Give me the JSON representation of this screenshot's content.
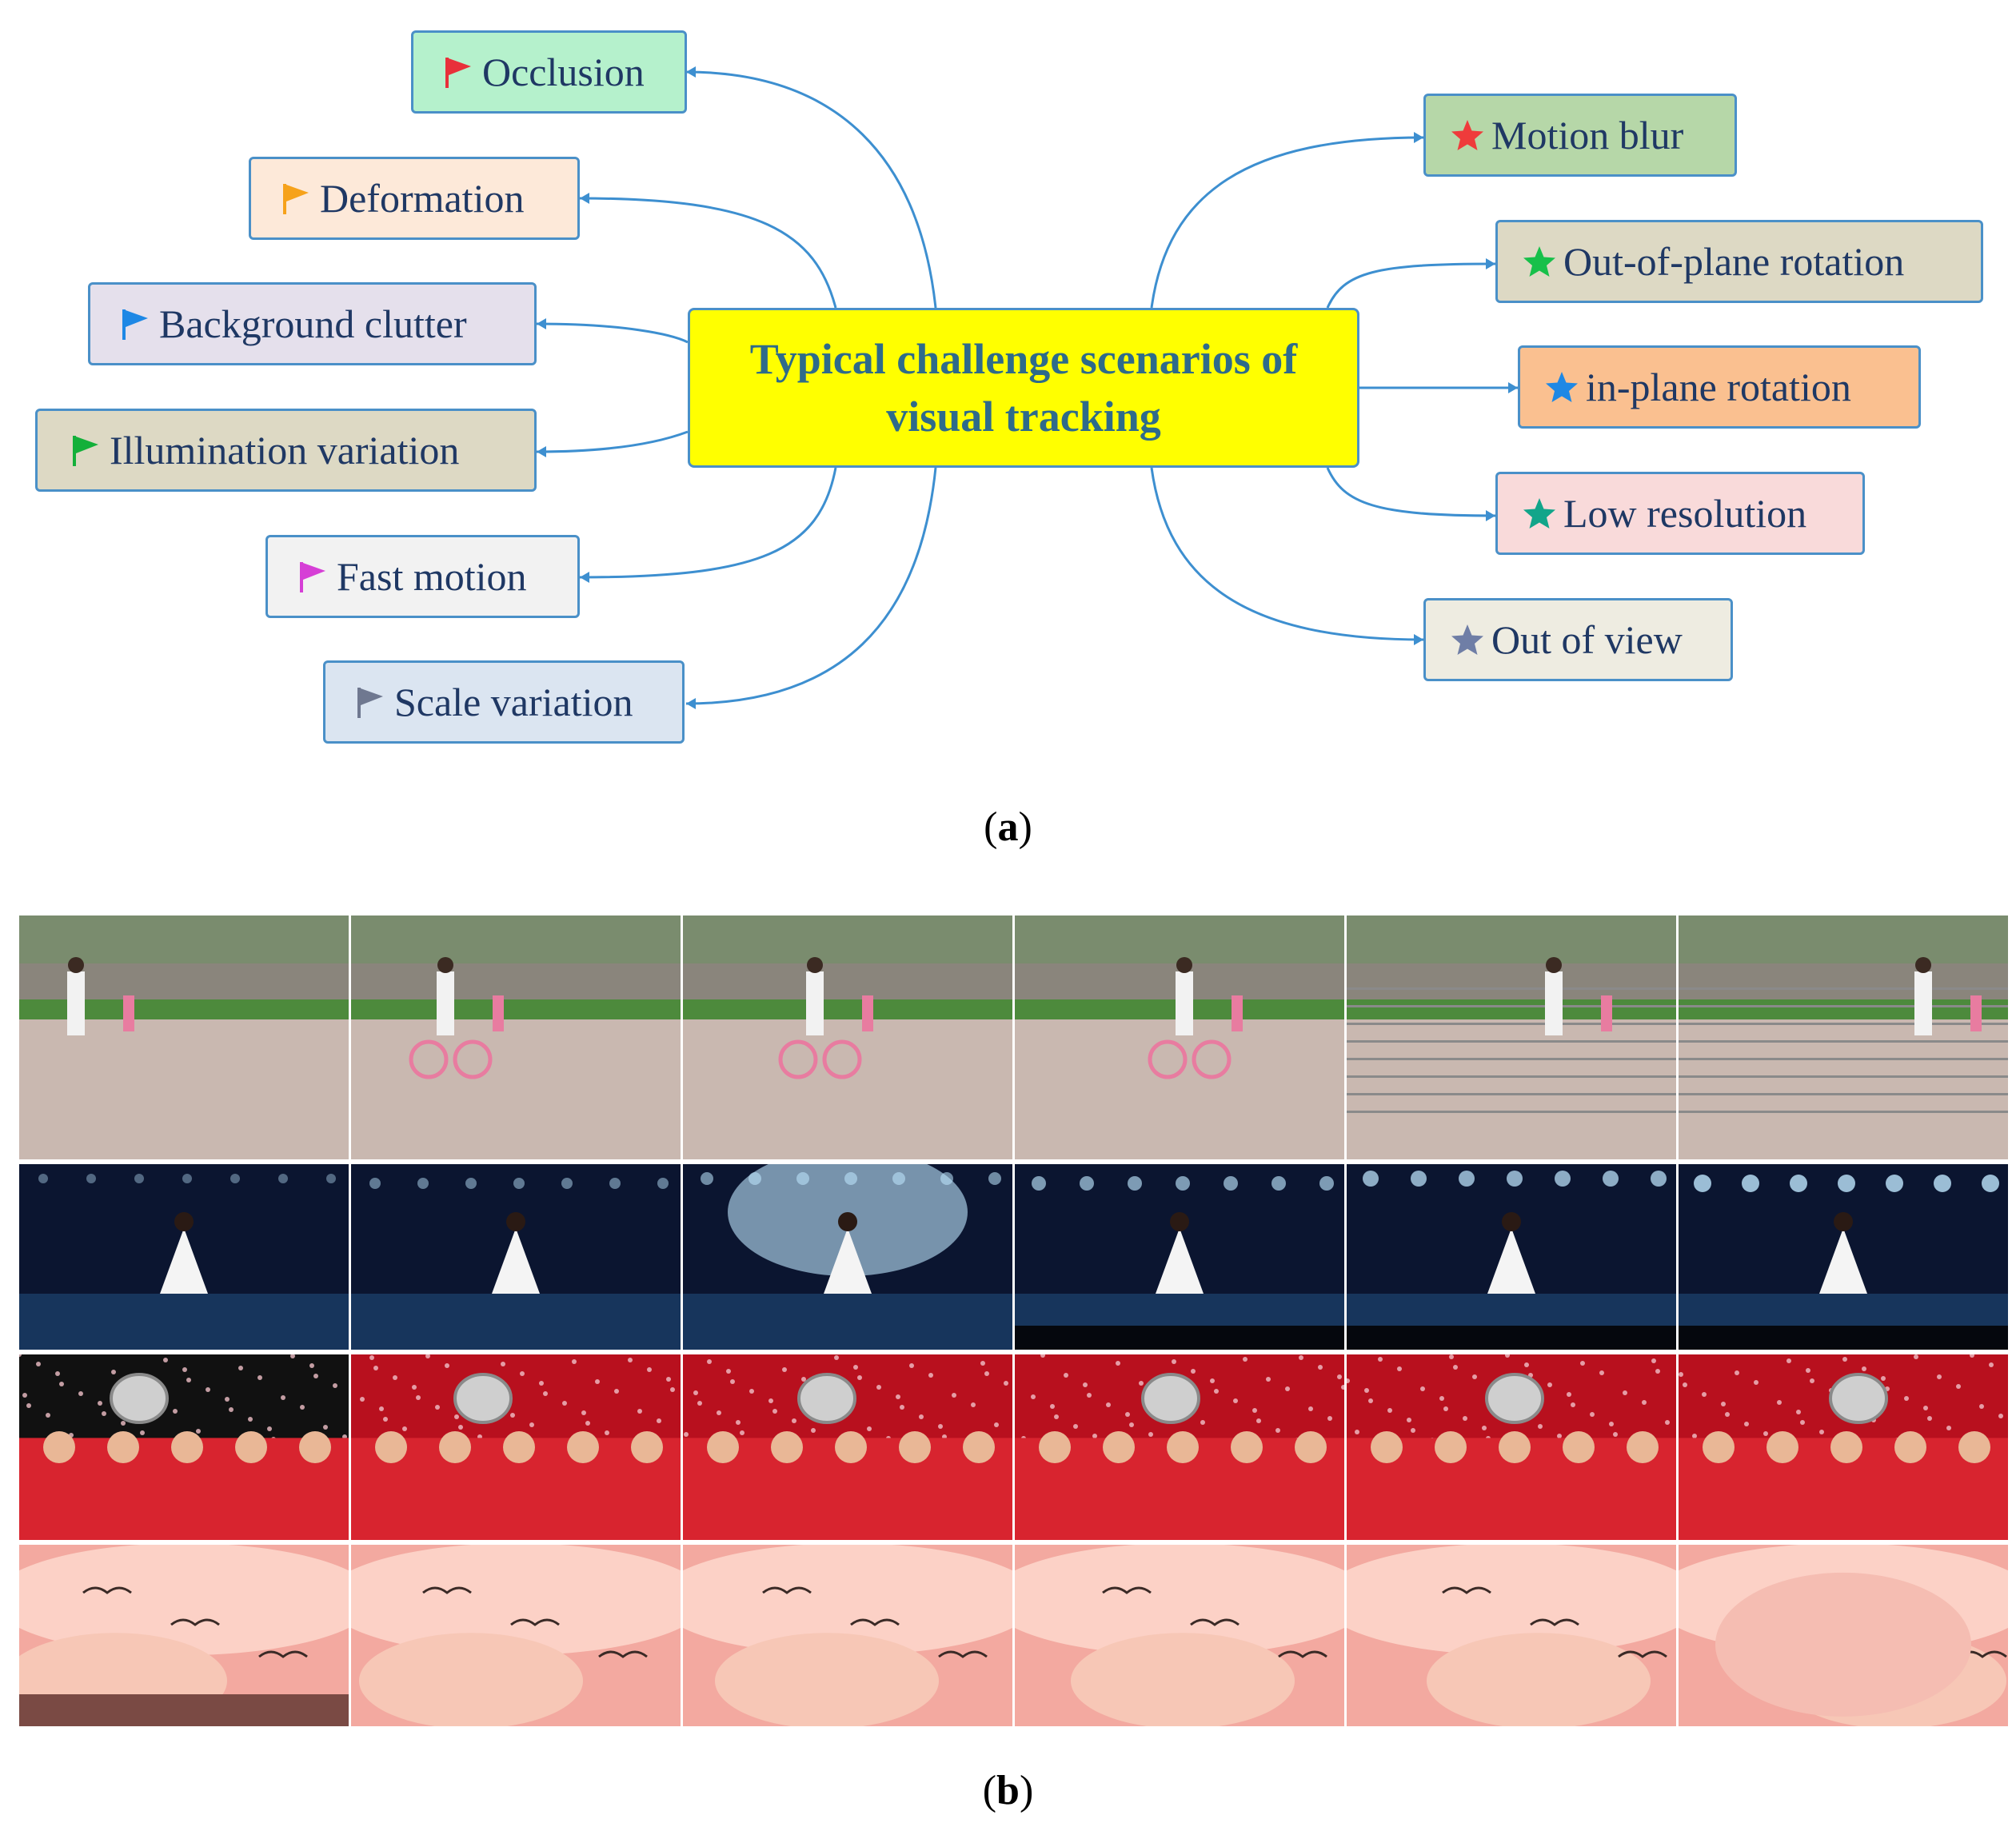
{
  "center": {
    "line1": "Typical challenge scenarios of",
    "line2": "visual tracking"
  },
  "left_nodes": [
    {
      "label": "Occlusion",
      "bg": "#b5f1cc",
      "icon": "flag",
      "icon_color": "#e8303a"
    },
    {
      "label": "Deformation",
      "bg": "#fde9d9",
      "icon": "flag",
      "icon_color": "#f6a21b"
    },
    {
      "label": "Background clutter",
      "bg": "#e5e0ec",
      "icon": "flag",
      "icon_color": "#1e88e5"
    },
    {
      "label": "Illumination variation",
      "bg": "#ddd9c4",
      "icon": "flag",
      "icon_color": "#13b03a"
    },
    {
      "label": "Fast motion",
      "bg": "#f2f2f2",
      "icon": "flag",
      "icon_color": "#d63fd6"
    },
    {
      "label": "Scale variation",
      "bg": "#dbe5f1",
      "icon": "flag",
      "icon_color": "#6f7890"
    }
  ],
  "right_nodes": [
    {
      "label": "Motion blur",
      "bg": "#b6d7a8",
      "icon": "star",
      "icon_color": "#ef3b3b"
    },
    {
      "label": "Out-of-plane rotation",
      "bg": "#ddd9c4",
      "icon": "star",
      "icon_color": "#17c04a"
    },
    {
      "label": "in-plane rotation",
      "bg": "#fac090",
      "icon": "star",
      "icon_color": "#1e88e5"
    },
    {
      "label": "Low resolution",
      "bg": "#f9dada",
      "icon": "star",
      "icon_color": "#12a58a"
    },
    {
      "label": "Out of view",
      "bg": "#eeece1",
      "icon": "star",
      "icon_color": "#6f7ea6"
    }
  ],
  "captions": {
    "a_open": "(",
    "a_letter": "a",
    "a_close": ")",
    "b_open": "(",
    "b_letter": "b",
    "b_close": ")"
  },
  "photo_rows": [
    {
      "scene": "street",
      "sky": "#d9d9d9",
      "ground": "#c9b8b0",
      "accent": "#e87ca0"
    },
    {
      "scene": "stage",
      "sky": "#0b1530",
      "ground": "#17355c",
      "accent": "#bfe7ff"
    },
    {
      "scene": "crowd",
      "sky": "#b8101e",
      "ground": "#d8242f",
      "accent": "#f0c0c8"
    },
    {
      "scene": "clouds",
      "sky": "#f3a9a0",
      "ground": "#f7c7b6",
      "accent": "#ffe2d6"
    }
  ]
}
